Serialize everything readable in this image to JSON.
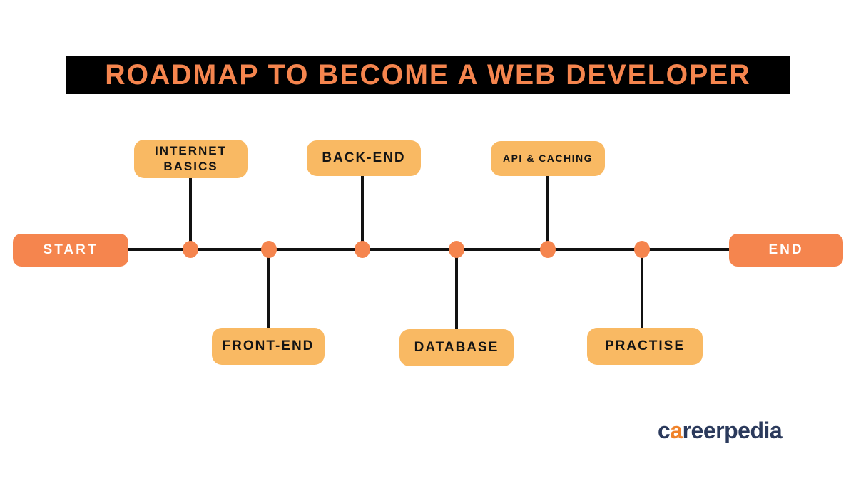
{
  "title": {
    "text": "ROADMAP TO BECOME A WEB DEVELOPER"
  },
  "timeline": {
    "start_label": "START",
    "end_label": "END"
  },
  "nodes": [
    {
      "label": "INTERNET BASICS",
      "position": "top"
    },
    {
      "label": "FRONT-END",
      "position": "bottom"
    },
    {
      "label": "BACK-END",
      "position": "top"
    },
    {
      "label": "DATABASE",
      "position": "bottom"
    },
    {
      "label": "API & CACHING",
      "position": "top"
    },
    {
      "label": "PRACTISE",
      "position": "bottom"
    }
  ],
  "logo": {
    "part1": "c",
    "accent": "a",
    "part2": "reerpedia"
  },
  "colors": {
    "accent_orange": "#F5854E",
    "step_amber": "#F9B963",
    "banner_black": "#000000",
    "line_black": "#111111",
    "logo_navy": "#2B3A5C",
    "logo_orange": "#F08229",
    "background": "#FFFFFF"
  }
}
